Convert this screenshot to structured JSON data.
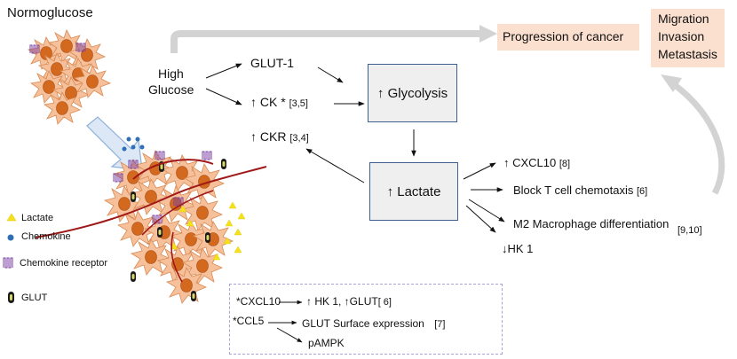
{
  "left_panel": {
    "title": "Normoglucose",
    "legend": [
      {
        "label": "Lactate"
      },
      {
        "label": "Chemokine"
      },
      {
        "label": "Chemokine receptor"
      },
      {
        "label": "GLUT"
      }
    ]
  },
  "pathway": {
    "input": {
      "line1": "High",
      "line2": "Glucose"
    },
    "glut1": "GLUT-1",
    "ck": {
      "label": "↑ CK *",
      "ref": "[3,5]"
    },
    "ckr": {
      "label": "↑ CKR",
      "ref": "[3,4]"
    },
    "glycolysis": "↑ Glycolysis",
    "lactate": "↑ Lactate",
    "progression": "Progression of cancer",
    "outcome": {
      "line1": "Migration",
      "line2": "Invasion",
      "line3": "Metastasis"
    },
    "effects": [
      {
        "label": "↑ CXCL10",
        "ref": "[8]"
      },
      {
        "label": "Block T cell chemotaxis",
        "ref": "[6]"
      },
      {
        "label": "M2 Macrophage differentiation",
        "ref": "[9,10]"
      },
      {
        "label": "↓HK 1",
        "ref": ""
      }
    ]
  },
  "footnote": {
    "cxcl10": "*CXCL10",
    "cxcl10_effect": "↑ HK 1, ↑GLUT",
    "cxcl10_ref": "[ 6]",
    "ccl5": "*CCL5",
    "ccl5_effect": "GLUT Surface expression",
    "ccl5_ref": "[7]",
    "ccl5_effect2": "pAMPK"
  },
  "colors": {
    "cell": "#f5c09a",
    "nucleus": "#d2691e",
    "box_border": "#3f5f8f",
    "box_fill": "#efefef",
    "pink": "#fbe0d0",
    "gray_arrow": "#d3d3d3",
    "lactate": "#f4e11a",
    "chemokine": "#2f6fb7",
    "receptor": "#7a3fa0",
    "vessel": "#a01818",
    "dash": "#a9a2d8"
  }
}
